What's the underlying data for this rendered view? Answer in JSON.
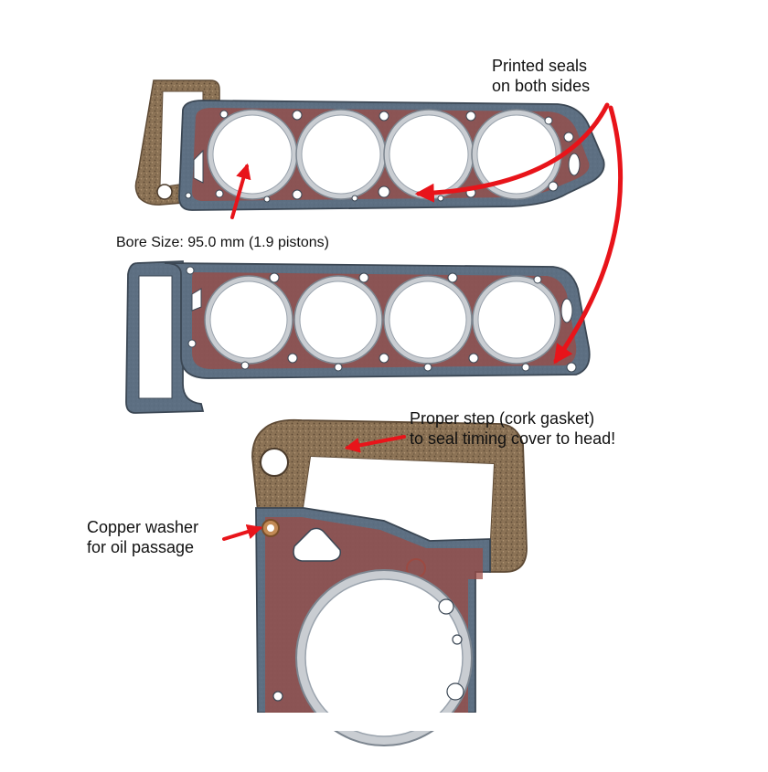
{
  "callouts": {
    "printed_seals": [
      "Printed seals",
      "on both sides"
    ],
    "bore_size": "Bore Size: 95.0 mm (1.9 pistons)",
    "proper_step": [
      "Proper step (cork gasket)",
      "to seal timing cover to head!"
    ],
    "copper_washer": [
      "Copper washer",
      "for oil passage"
    ]
  },
  "colors": {
    "gasket_steel": "#5d6f82",
    "gasket_edge": "#3b4754",
    "sealant_print": "#9c4a42",
    "cork": "#8c7356",
    "bore_ring": "#c9cdd2",
    "arrow": "#e8141a",
    "background": "#ffffff"
  },
  "icons": {
    "arrow": "red-arrow-icon"
  }
}
